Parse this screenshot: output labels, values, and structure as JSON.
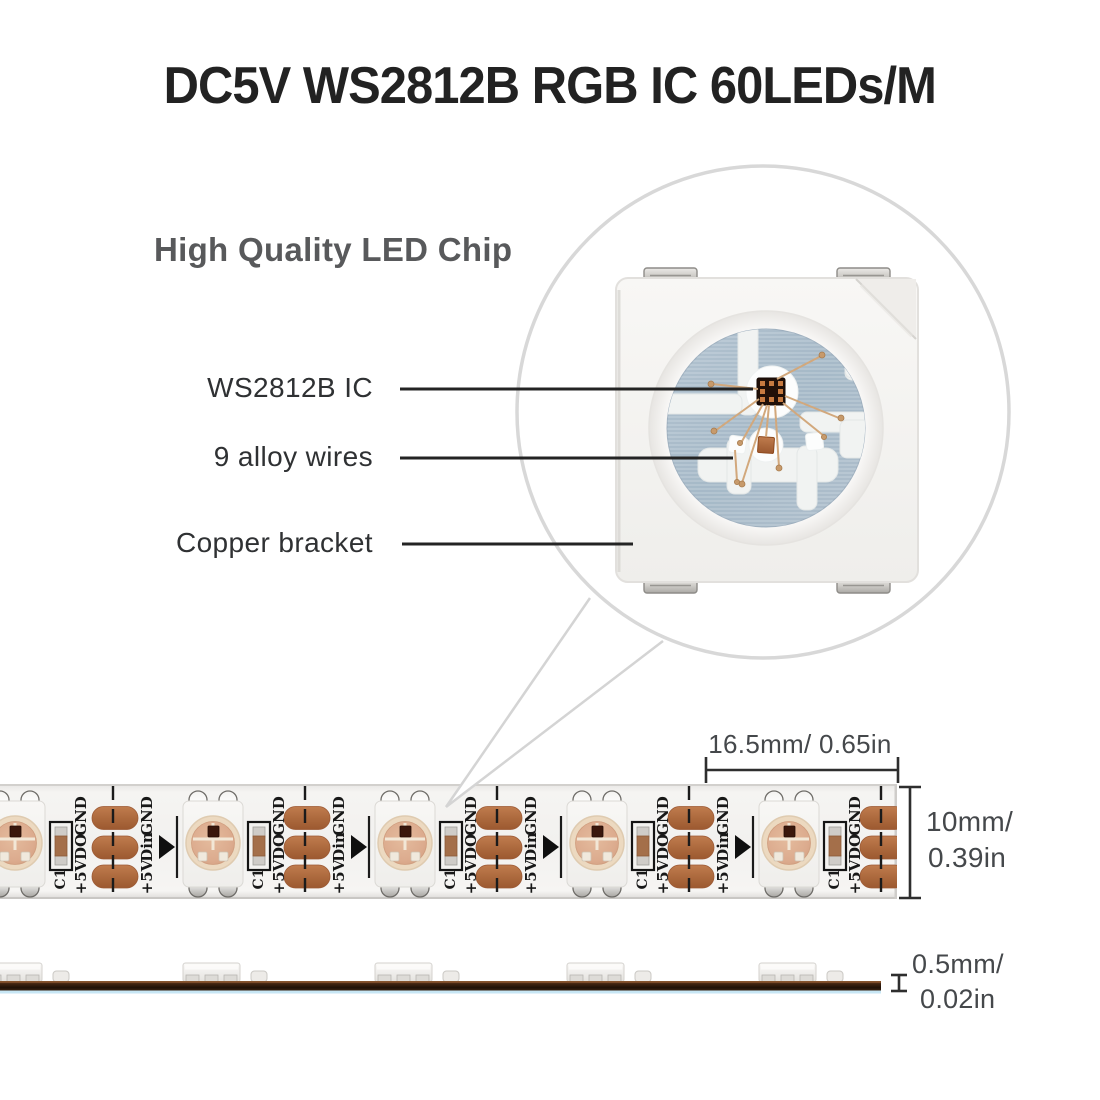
{
  "title": "DC5V WS2812B RGB IC 60LEDs/M",
  "section": {
    "heading": "High Quality LED Chip"
  },
  "callouts": [
    {
      "label": "WS2812B IC"
    },
    {
      "label": "9 alloy wires"
    },
    {
      "label": "Copper bracket"
    }
  ],
  "dimensions": {
    "led_pitch": "16.5mm/ 0.65in",
    "strip_width": [
      "10mm/",
      "0.39in"
    ],
    "strip_thickness": [
      "0.5mm/",
      "0.02in"
    ]
  },
  "strip": {
    "capacitor_label": "C1",
    "pads_after_led": [
      "GND",
      "DO",
      "+5V"
    ],
    "pads_after_cut": [
      "GND",
      "Din",
      "+5V"
    ],
    "arrow_icon": "direction-arrow",
    "copper_color": "#ad6a3e",
    "pcb_color": "#f3f2f0"
  },
  "colors": {
    "title": "#222222",
    "heading": "#58595b",
    "labels": "#2f3133",
    "dims": "#45484b",
    "metal_substrate": "#aec0cd",
    "bond_wire": "#d2a87c",
    "magnifier_ring": "#d8d8d8"
  }
}
